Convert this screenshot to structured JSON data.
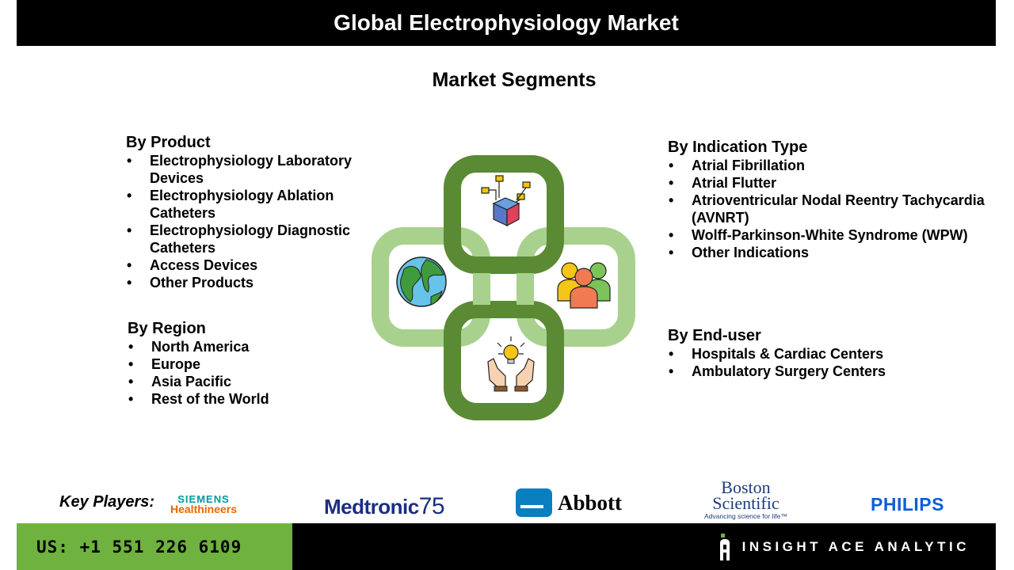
{
  "header": {
    "title": "Global Electrophysiology Market"
  },
  "subtitle": "Market Segments",
  "segments": {
    "product": {
      "heading": "By Product",
      "items": [
        "Electrophysiology Laboratory Devices",
        "Electrophysiology Ablation Catheters",
        "Electrophysiology Diagnostic Catheters",
        "Access Devices",
        "Other Products"
      ]
    },
    "region": {
      "heading": "By Region",
      "items": [
        "North America",
        "Europe",
        "Asia Pacific",
        "Rest of the World"
      ]
    },
    "indication": {
      "heading": "By Indication Type",
      "items": [
        "Atrial Fibrillation",
        "Atrial Flutter",
        "Atrioventricular Nodal Reentry Tachycardia (AVNRT)",
        "Wolff-Parkinson-White Syndrome (WPW)",
        "Other Indications"
      ]
    },
    "enduser": {
      "heading": "By End-user",
      "items": [
        "Hospitals & Cardiac Centers",
        "Ambulatory Surgery Centers"
      ]
    }
  },
  "graphic": {
    "icons": [
      "cube-network-icon",
      "globe-icon",
      "people-group-icon",
      "hands-lightbulb-icon"
    ],
    "colors": {
      "dark_green": "#5a8a34",
      "light_green": "#a8d18d"
    }
  },
  "key_players": {
    "label": "Key Players:",
    "logos": {
      "siemens": {
        "line1": "SIEMENS",
        "line2": "Healthineers"
      },
      "medtronic": {
        "name": "Medtronic",
        "number": "75"
      },
      "abbott": {
        "name": "Abbott"
      },
      "boston": {
        "line1": "Boston",
        "line2": "Scientific",
        "tagline": "Advancing science for life™"
      },
      "philips": {
        "name": "PHILIPS"
      }
    }
  },
  "footer": {
    "phone": "US: +1 551 226 6109",
    "brand": "INSIGHT ACE ANALYTIC",
    "colors": {
      "phone_bg": "#6fb23f",
      "brand_bg": "#000000"
    }
  }
}
